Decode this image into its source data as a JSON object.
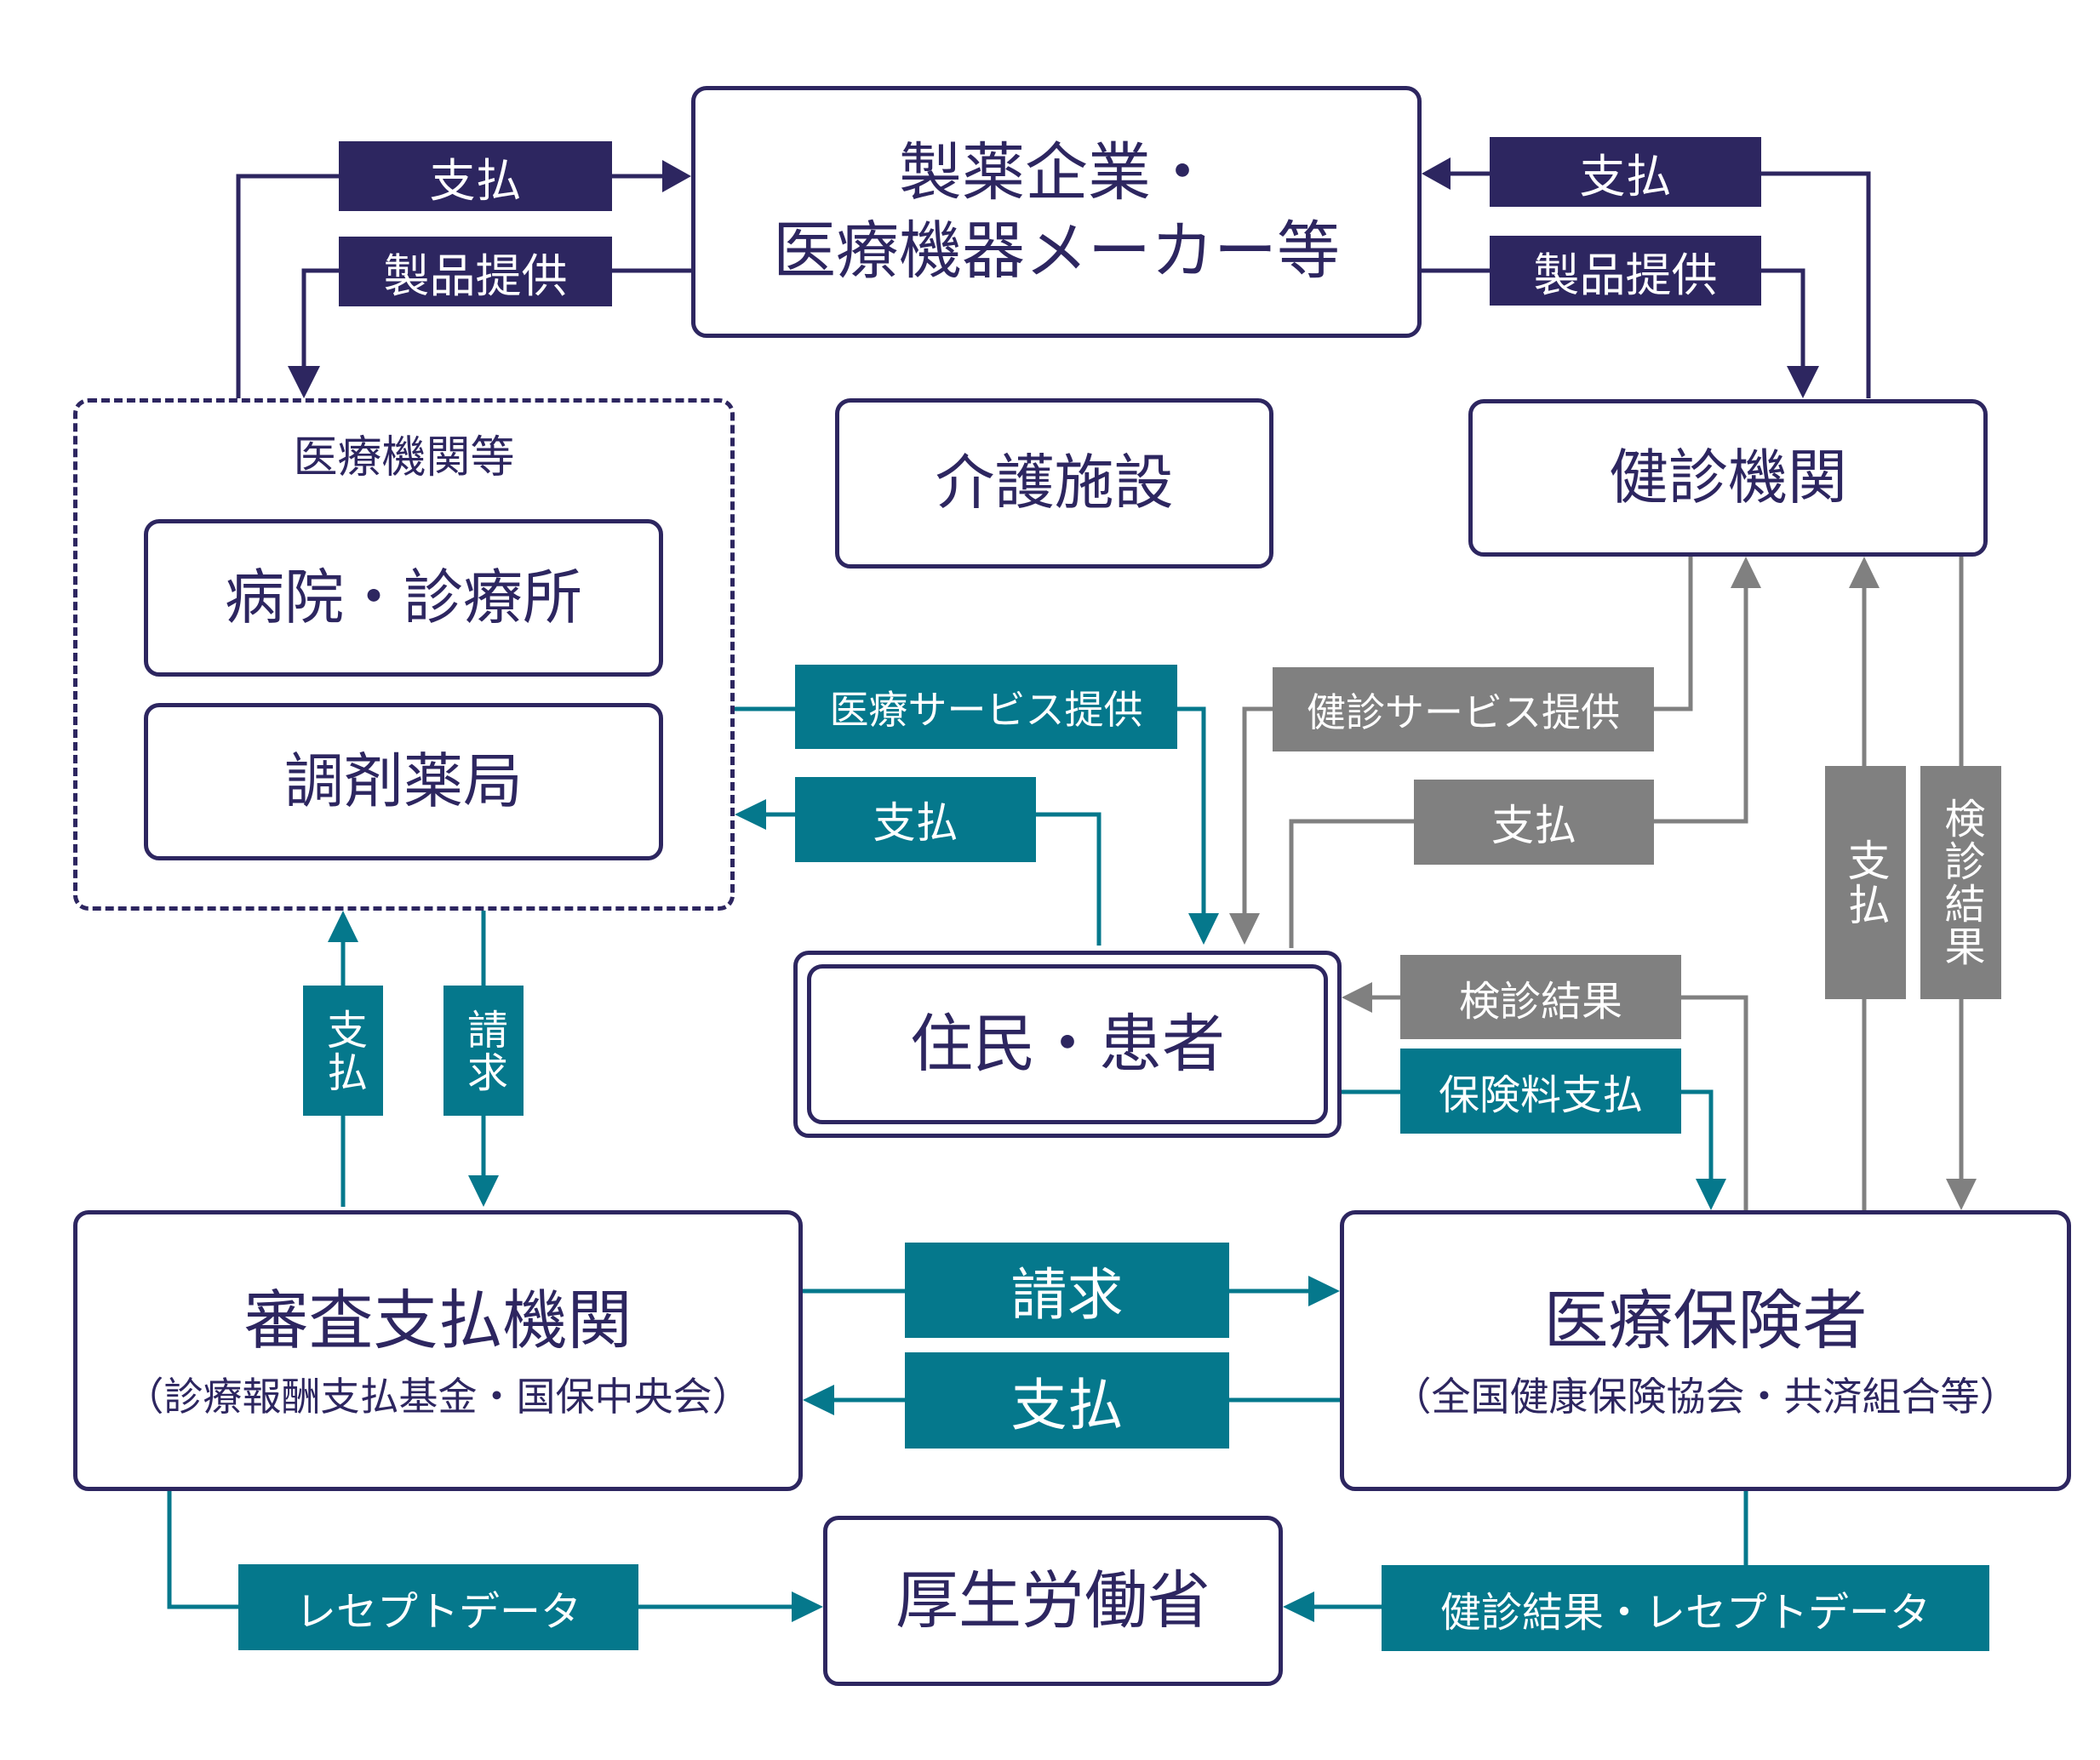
{
  "colors": {
    "navy": "#2d2660",
    "teal": "#05788c",
    "gray": "#808080"
  },
  "nodes": {
    "maker": {
      "line1": "製薬企業・",
      "line2": "医療機器メーカー等"
    },
    "medical_group": {
      "title": "医療機関等"
    },
    "hospital": {
      "label": "病院・診療所"
    },
    "pharmacy": {
      "label": "調剤薬局"
    },
    "care_facility": {
      "label": "介護施設"
    },
    "checkup_org": {
      "label": "健診機関"
    },
    "patient": {
      "label": "住民・患者"
    },
    "review_payment": {
      "label": "審査支払機関",
      "sub": "（診療報酬支払基金・国保中央会）"
    },
    "insurer": {
      "label": "医療保険者",
      "sub": "（全国健康保険協会・共済組合等）"
    },
    "mhlw": {
      "label": "厚生労働省"
    }
  },
  "flows": {
    "group_to_maker_payment": "支払",
    "maker_to_group_product": "製品提供",
    "checkup_to_maker_payment": "支払",
    "maker_to_checkup_product": "製品提供",
    "group_to_patient_service": "医療サービス提供",
    "patient_to_group_payment": "支払",
    "checkup_to_patient_service": "健診サービス提供",
    "patient_to_checkup_payment": "支払",
    "insurer_to_patient_result": "検診結果",
    "patient_to_insurer_premium": "保険料支払",
    "insurer_to_checkup_payment": "支払",
    "checkup_to_insurer_result": "検診結果",
    "review_to_group_payment": "支払",
    "group_to_review_claim": "請求",
    "review_to_insurer_claim": "請求",
    "insurer_to_review_payment": "支払",
    "review_to_mhlw_data": "レセプトデータ",
    "insurer_to_mhlw_data": "健診結果・レセプトデータ"
  }
}
